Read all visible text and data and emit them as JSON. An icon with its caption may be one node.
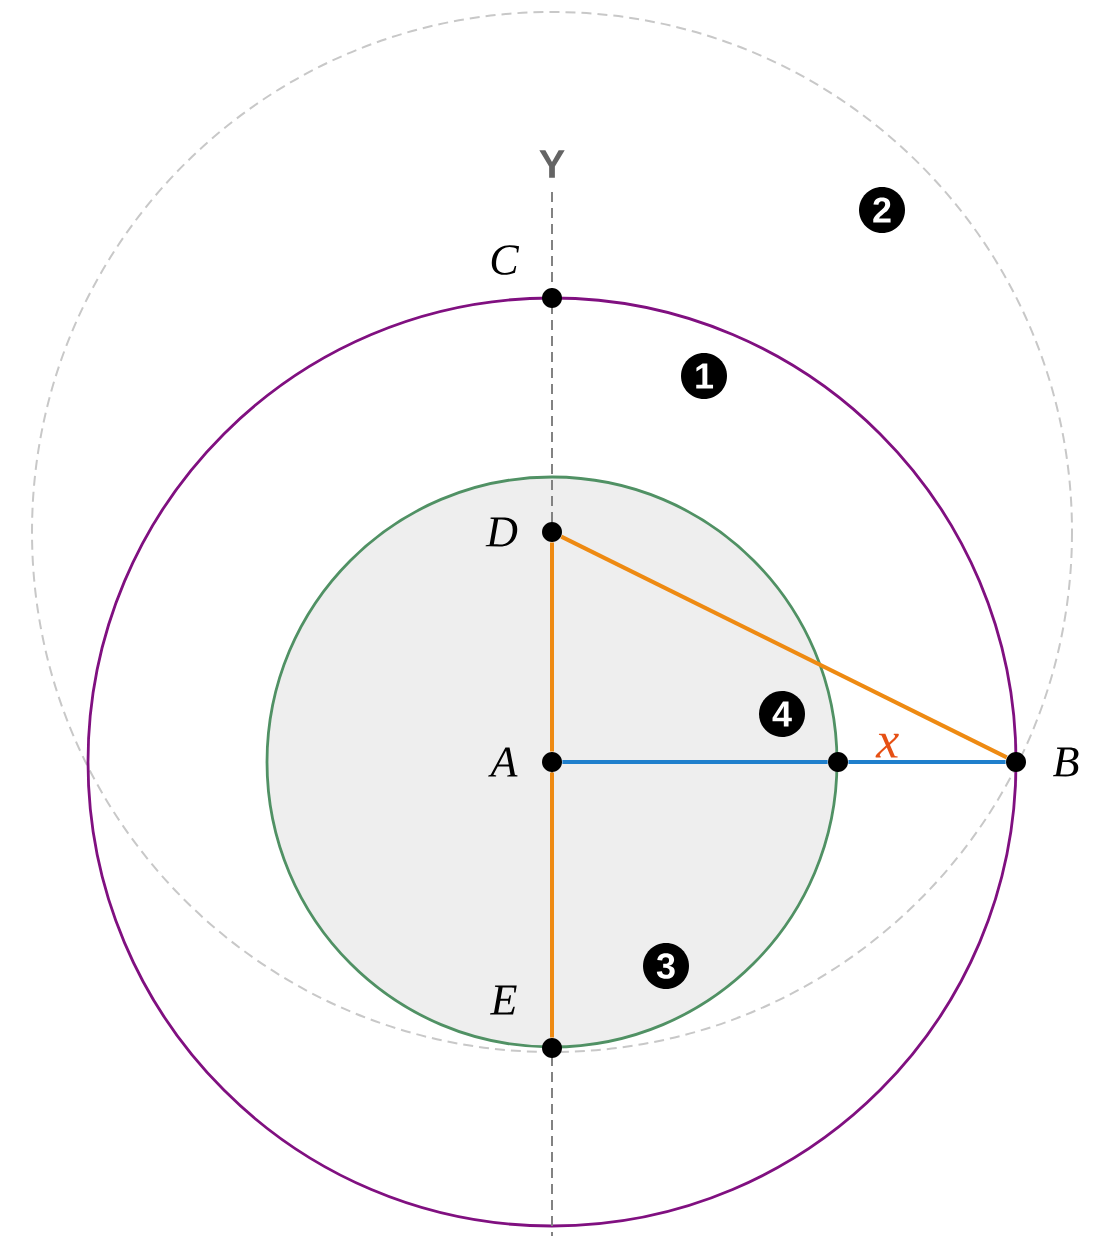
{
  "diagram": {
    "nodes": [
      {
        "text": [],
        "shape": "circle",
        "beside": [
          "C"
        ]
      },
      {
        "text": [],
        "shape": "circle",
        "beside": [
          "D"
        ]
      },
      {
        "text": [],
        "shape": "circle",
        "beside": [
          "A"
        ]
      },
      {
        "text": [],
        "shape": "circle",
        "beside": [
          "E"
        ]
      },
      {
        "text": [],
        "shape": "circle"
      },
      {
        "text": [],
        "shape": "circle",
        "beside": [
          "B"
        ]
      }
    ],
    "edges": [
      {
        "from": 1,
        "to": 5,
        "arrow": "none"
      },
      {
        "from": 1,
        "to": 2,
        "arrow": "none"
      },
      {
        "from": 2,
        "to": 3,
        "arrow": "none"
      },
      {
        "from": 2,
        "to": 4,
        "arrow": "none",
        "color": "#1f7fcc"
      },
      {
        "from": 4,
        "to": 5,
        "arrow": "none",
        "color": "#1f7fcc",
        "label": "x"
      }
    ],
    "labels": [
      "Y",
      "2",
      "1",
      "4",
      "3"
    ]
  }
}
